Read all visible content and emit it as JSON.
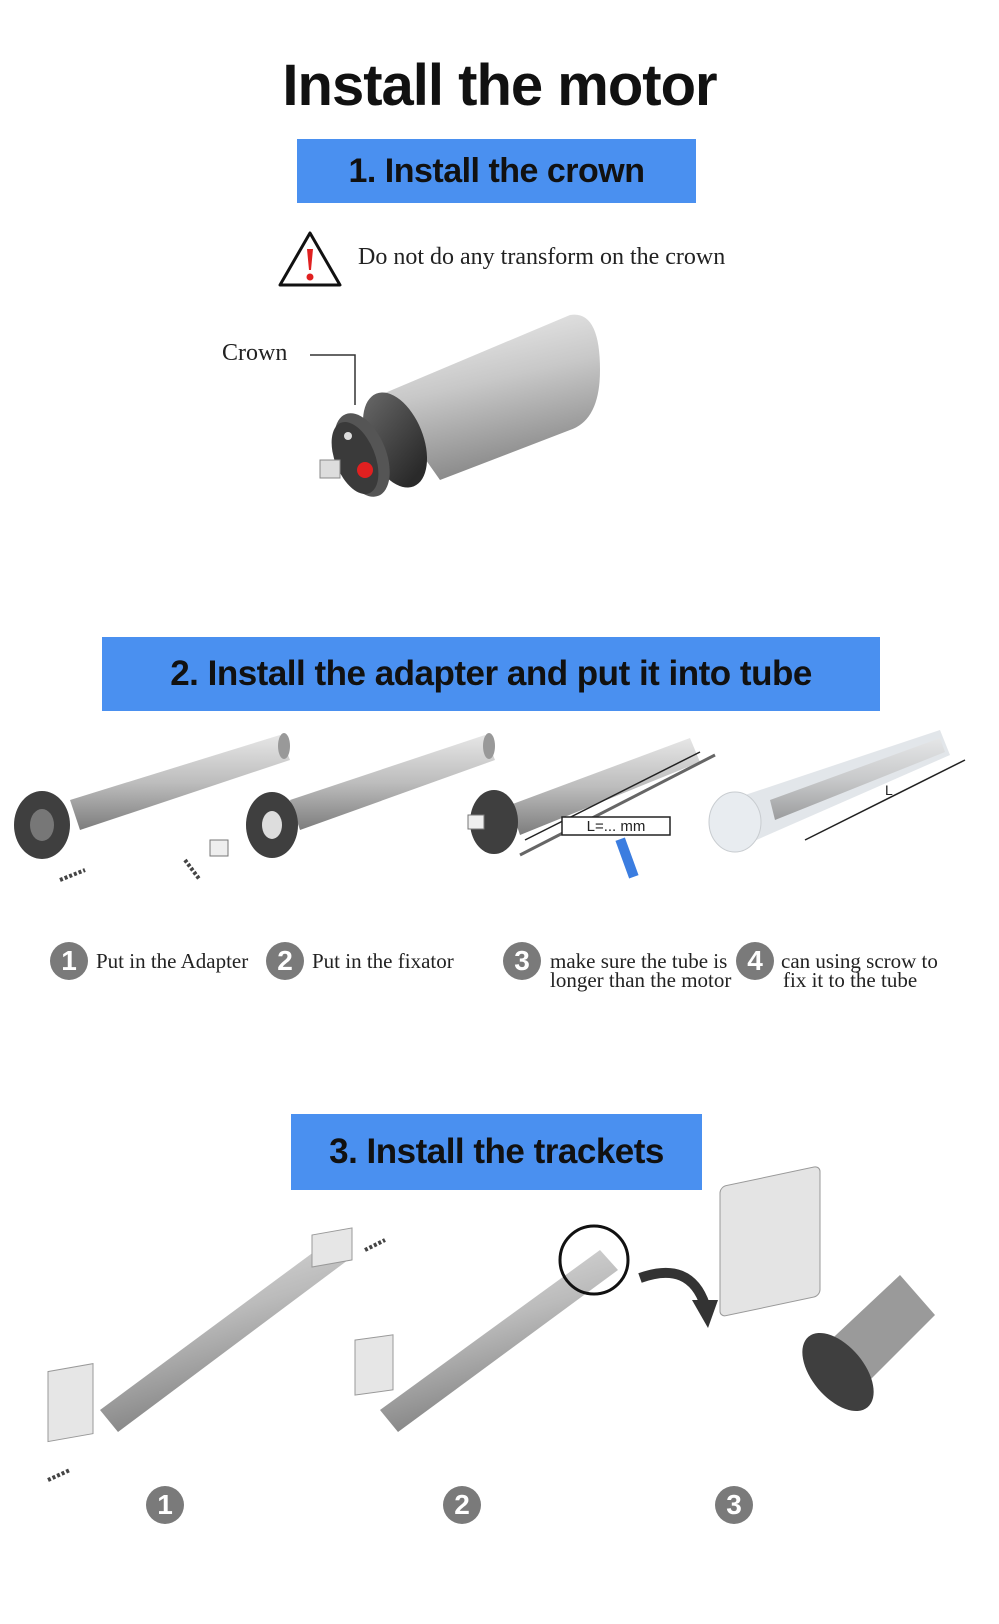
{
  "title": "Install the motor",
  "section1": {
    "heading": "1. Install the crown",
    "warning": "Do not do any transform on the crown",
    "crown_label": "Crown"
  },
  "section2": {
    "heading": "2. Install the adapter and put it into tube",
    "measure_label": "L=... mm",
    "length_label": "L",
    "steps": [
      {
        "number": "1",
        "text": "Put in the Adapter"
      },
      {
        "number": "2",
        "text": "Put in the fixator"
      },
      {
        "number": "3",
        "line1": "make sure the tube is",
        "line2": "longer than the motor"
      },
      {
        "number": "4",
        "line1": "can using scrow to",
        "line2": "fix it to the tube"
      }
    ]
  },
  "section3": {
    "heading": "3. Install the trackets",
    "steps": [
      "1",
      "2",
      "3"
    ]
  },
  "icons": {
    "warning": "warning-triangle-icon",
    "arrow": "curved-arrow-icon"
  },
  "colors": {
    "banner": "#4a90f0",
    "warning_red": "#e02020",
    "badge": "#7a7a7a"
  }
}
